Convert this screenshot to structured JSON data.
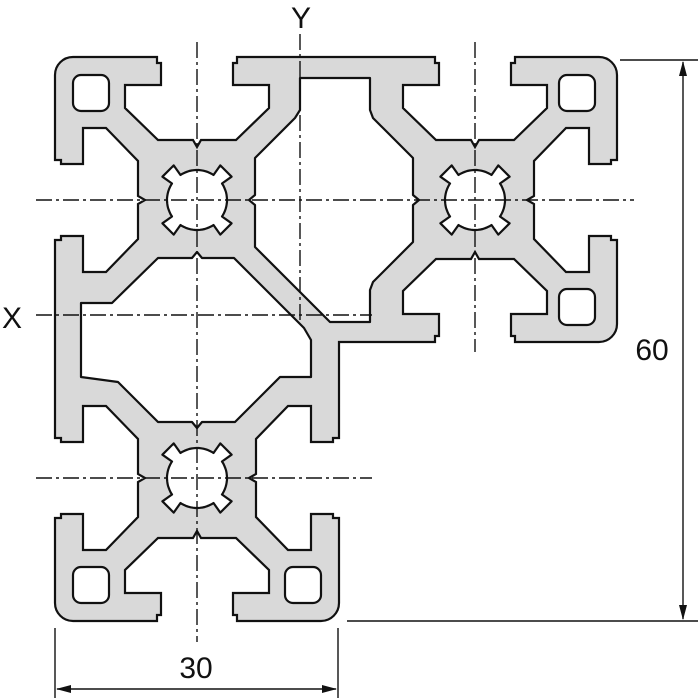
{
  "drawing": {
    "axis_x_label": "X",
    "axis_y_label": "Y",
    "dimension_width": "30",
    "dimension_height": "60",
    "colors": {
      "profile_fill": "#d9d9d9",
      "outline": "#111111",
      "background": "#ffffff"
    }
  }
}
